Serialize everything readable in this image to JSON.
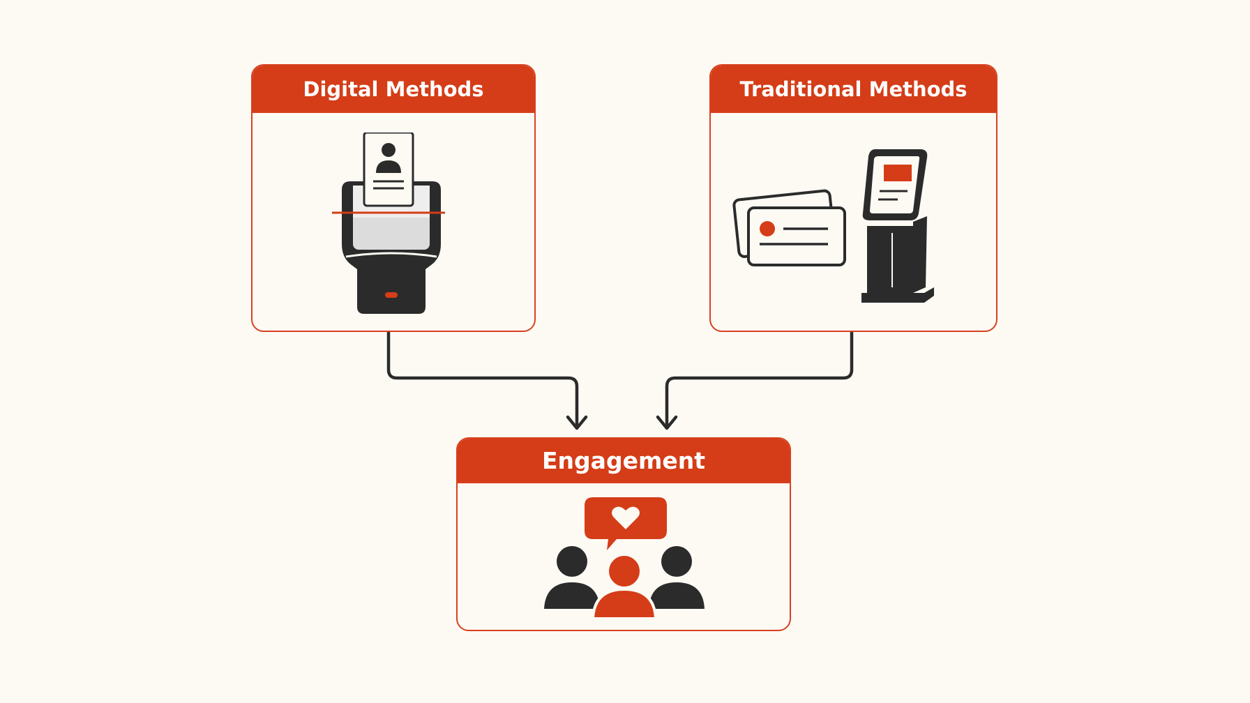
{
  "nodes": {
    "digital": {
      "title": "Digital Methods",
      "icon": "id-card-scanner-icon"
    },
    "traditional": {
      "title": "Traditional Methods",
      "icon": "cards-and-kiosk-icon"
    },
    "engagement": {
      "title": "Engagement",
      "icon": "people-heart-chat-icon"
    }
  },
  "edges": [
    {
      "from": "digital",
      "to": "engagement"
    },
    {
      "from": "traditional",
      "to": "engagement"
    }
  ],
  "colors": {
    "accent": "#d43d17",
    "dark": "#2b2b2b",
    "background": "#fdfaf4"
  }
}
